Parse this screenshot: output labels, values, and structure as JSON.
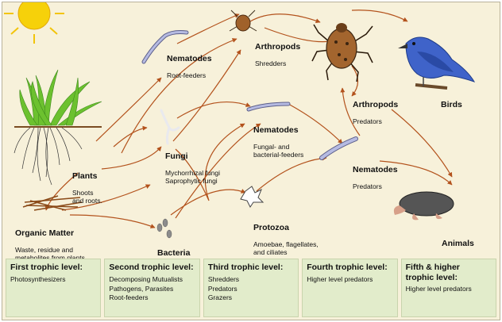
{
  "nodes": {
    "plants": {
      "title": "Plants",
      "sub": "Shoots\nand roots."
    },
    "organic_matter": {
      "title": "Organic Matter",
      "sub": "Waste, residue and\nmetabolites from plants,\nanimals, and microbes."
    },
    "nematodes_root": {
      "title": "Nematodes",
      "sub": "Root-feeders"
    },
    "fungi": {
      "title": "Fungi",
      "sub": "Mychorrhizal fungi\nSaprophytic fungi"
    },
    "bacteria": {
      "title": "Bacteria",
      "sub": ""
    },
    "arthropods_shredders": {
      "title": "Arthropods",
      "sub": "Shredders"
    },
    "nematodes_fungal": {
      "title": "Nematodes",
      "sub": "Fungal- and\nbacterial-feeders"
    },
    "protozoa": {
      "title": "Protozoa",
      "sub": "Amoebae, flagellates,\nand ciliates"
    },
    "arthropods_predators": {
      "title": "Arthropods",
      "sub": "Predators"
    },
    "nematodes_predators": {
      "title": "Nematodes",
      "sub": "Predators"
    },
    "birds": {
      "title": "Birds",
      "sub": ""
    },
    "animals": {
      "title": "Animals",
      "sub": ""
    }
  },
  "levels": [
    {
      "title": "First trophic level:",
      "desc": "Photosynthesizers"
    },
    {
      "title": "Second trophic level:",
      "desc": "Decomposing Mutualists\nPathogens, Parasites\nRoot-feeders"
    },
    {
      "title": "Third trophic level:",
      "desc": "Shredders\nPredators\nGrazers"
    },
    {
      "title": "Fourth trophic level:",
      "desc": "Higher level predators"
    },
    {
      "title": "Fifth & higher\ntrophic level:",
      "desc": "Higher level predators"
    }
  ],
  "colors": {
    "background": "#f7f1da",
    "arrow": "#b3521c",
    "panel": "#e2eccb",
    "sun": "#f6d10a",
    "grass": "#6cc12f",
    "bird": "#3f63c9",
    "worm": "#a9aed9"
  }
}
